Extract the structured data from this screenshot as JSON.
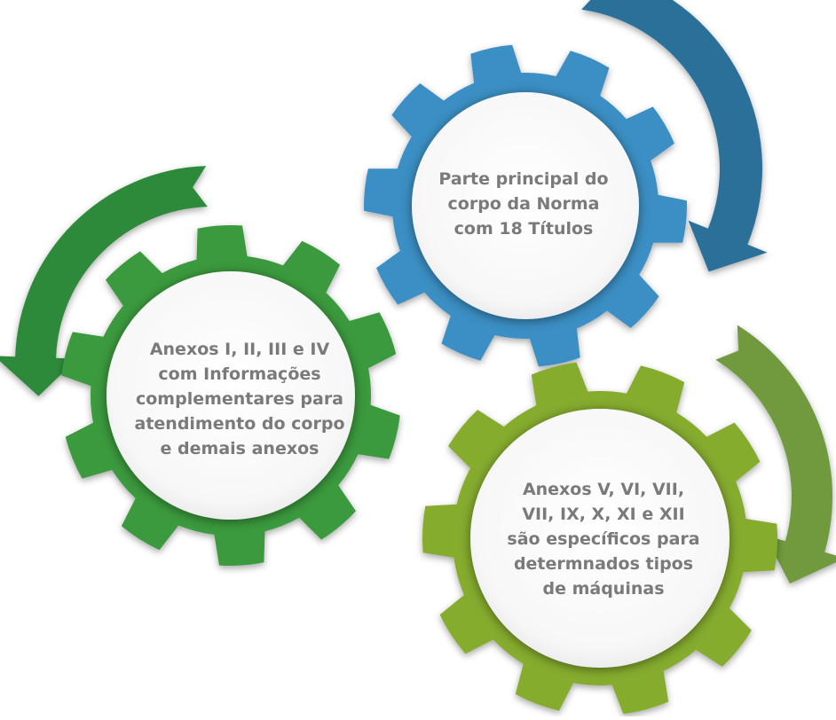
{
  "gears": [
    {
      "id": "blue",
      "color": "#3b8fc4",
      "color_dark": "#2f79ad",
      "text_lines": [
        "Parte principal do",
        "corpo da Norma",
        "com 18 Títulos"
      ]
    },
    {
      "id": "green",
      "color": "#3a9a3d",
      "color_dark": "#2f8634",
      "text_lines": [
        "Anexos I, II, III e IV",
        "com Informações",
        "complementares para",
        "atendimento do corpo",
        "e demais anexos"
      ]
    },
    {
      "id": "olive",
      "color": "#86ac2e",
      "color_dark": "#769a26",
      "text_lines": [
        "Anexos V, VI, VII,",
        "VII, IX, X, XI e XII",
        "são específicos para",
        "determnados tipos",
        "de máquinas"
      ]
    }
  ],
  "arrows": [
    {
      "id": "blue-arrow",
      "color": "#2c6f99"
    },
    {
      "id": "green-arrow",
      "color": "#2f8a3a"
    },
    {
      "id": "olive-arrow",
      "color": "#6f9a3c"
    }
  ],
  "text_color": "#7a7a7a"
}
